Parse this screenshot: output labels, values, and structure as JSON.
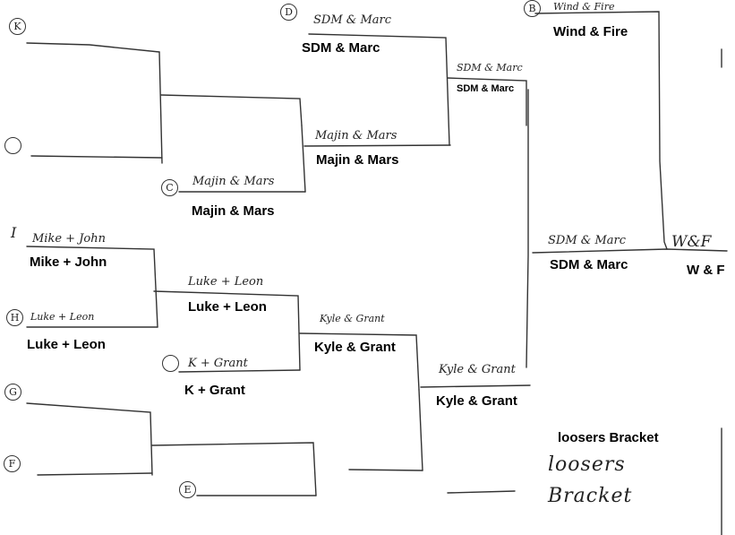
{
  "bracket": {
    "seeds": {
      "k": "K",
      "d": "D",
      "b": "B",
      "c": "C",
      "i": "I",
      "h": "H",
      "g": "G",
      "f": "F",
      "e": "E"
    },
    "handwritten": {
      "sdm_marc_top": "SDM & Marc",
      "wind_fire": "Wind & Fire",
      "sdm_marc_mid": "SDM & Marc",
      "majin_mars_r2": "Majin & Mars",
      "majin_mars_c": "Majin & Mars",
      "mike_john": "Mike + John",
      "luke_leon_r2": "Luke + Leon",
      "luke_leon_h": "Luke + Leon",
      "kyle_grant_r3": "Kyle & Grant",
      "k_grant": "K + Grant",
      "kyle_grant_r4": "Kyle & Grant",
      "sdm_marc_final": "SDM & Marc",
      "wf": "W&F",
      "loosers": "loosers",
      "bracket_word": "Bracket"
    },
    "labels": {
      "sdm_marc_top": "SDM & Marc",
      "wind_fire": "Wind & Fire",
      "sdm_marc_mid": "SDM & Marc",
      "majin_mars_r2": "Majin & Mars",
      "majin_mars_c": "Majin & Mars",
      "mike_john": "Mike + John",
      "luke_leon_r2": "Luke + Leon",
      "luke_leon_h": "Luke + Leon",
      "kyle_grant_r3": "Kyle & Grant",
      "k_grant": "K + Grant",
      "kyle_grant_r4": "Kyle & Grant",
      "sdm_marc_final": "SDM & Marc",
      "wf": "W & F",
      "bracket_title": "loosers Bracket"
    }
  }
}
